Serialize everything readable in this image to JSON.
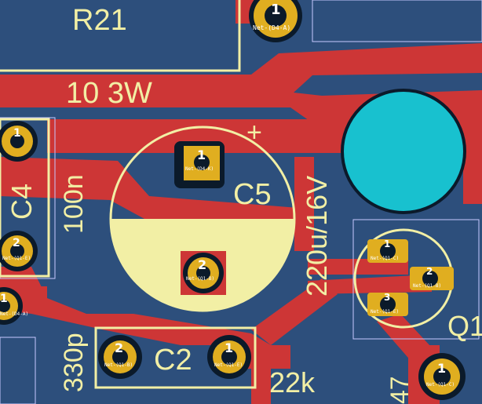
{
  "colors": {
    "board": "#2d4f7c",
    "copper": "#cd3636",
    "silkscreen": "#f2efa5",
    "pad": "#e0ae20",
    "drill": "#0b1a2a",
    "mask_window": "#000000",
    "mounting_hole": "#18c1cf",
    "courtyard": "#c8c8ff"
  },
  "silkscreen": {
    "r21_ref": "R21",
    "r21_value": "10 3W",
    "c4_ref": "C4",
    "c4_value": "100n",
    "c5_ref": "C5",
    "c5_value": "220u/16V",
    "c5_polarity": "+",
    "c2_ref": "C2",
    "c2_value": "330p",
    "r_value_22k": "22k",
    "q1_ref": "Q1",
    "partial_value": "47"
  },
  "pads": {
    "d4_pin": "1",
    "d4_net": "Net-(D4-A)",
    "c4_pin1": "1",
    "c4_pin2": "2",
    "c4_pin2_net": "Net-(Q1-E)",
    "c5_pin1": "1",
    "c5_pin1_net": "Net-(D4-K)",
    "c5_pin2": "2",
    "c5_pin2_net": "Net-(Q1-B)",
    "left_pin": "1",
    "left_net": "Net-(D4-A)",
    "c2_pin2": "2",
    "c2_pin2_net": "Net-(Q1-B)",
    "c2_pin1": "1",
    "c2_pin1_net": "Net-(Q1-E)",
    "q1_pin1": "1",
    "q1_pin1_net": "Net-(Q1-C)",
    "q1_pin2": "2",
    "q1_pin2_net": "Net-(Q1-B)",
    "q1_pin3": "3",
    "q1_pin3_net": "Net-(Q1-E)",
    "bottom_right_pin": "1",
    "bottom_right_net": "Net-(Q1-C)"
  }
}
